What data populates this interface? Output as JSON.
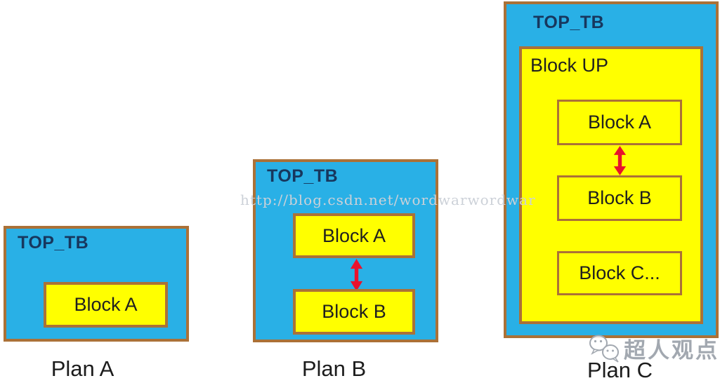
{
  "colors": {
    "box-fill": "#29b0e6",
    "block-fill": "#ffff00",
    "border-brown": "#ab7137",
    "title-navy": "#17375e",
    "text-dark": "#1f1f1f",
    "arrow-red": "#e8122d",
    "watermark-gray": "#ccd1d8",
    "logo-gray": "#a2a8b0"
  },
  "plans": [
    {
      "container_label": "TOP_TB",
      "blocks": [
        "Block A"
      ],
      "caption": "Plan A"
    },
    {
      "container_label": "TOP_TB",
      "blocks": [
        "Block A",
        "Block B"
      ],
      "caption": "Plan B"
    },
    {
      "container_label": "TOP_TB",
      "inner_container_label": "Block UP",
      "blocks": [
        "Block A",
        "Block B",
        "Block C..."
      ],
      "caption": "Plan C"
    }
  ],
  "watermark": {
    "text": "http://blog.csdn.net/wordwarwordwar"
  },
  "logo": {
    "text": "超人观点"
  }
}
